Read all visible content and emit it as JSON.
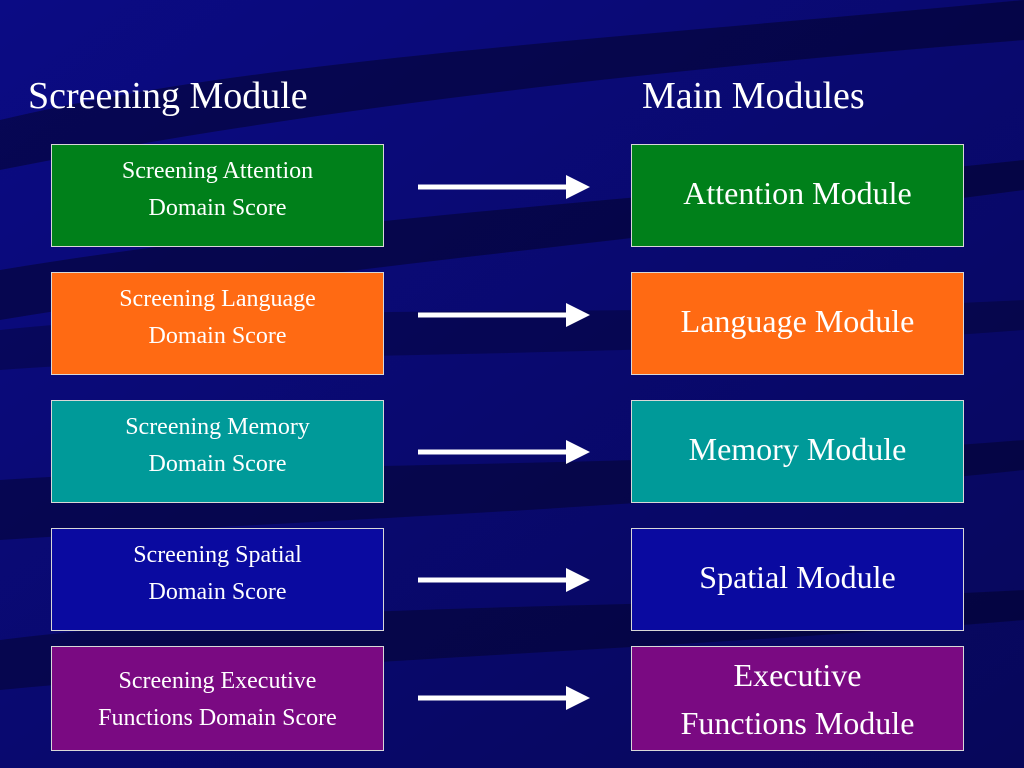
{
  "headings": {
    "left": "Screening Module",
    "right": "Main Modules"
  },
  "rows": [
    {
      "left_lines": [
        "Screening Attention",
        "Domain Score"
      ],
      "right_lines": [
        "Attention Module"
      ],
      "color": "#00801a"
    },
    {
      "left_lines": [
        "Screening Language",
        "Domain Score"
      ],
      "right_lines": [
        "Language Module"
      ],
      "color": "#ff6a13"
    },
    {
      "left_lines": [
        "Screening Memory",
        "Domain Score"
      ],
      "right_lines": [
        "Memory Module"
      ],
      "color": "#009a99"
    },
    {
      "left_lines": [
        "Screening Spatial",
        "Domain Score"
      ],
      "right_lines": [
        "Spatial Module"
      ],
      "color": "#0a0aa0"
    },
    {
      "left_lines": [
        "Screening Executive",
        "Functions Domain Score"
      ],
      "right_lines": [
        "Executive",
        "Functions Module"
      ],
      "color": "#7a0a82"
    }
  ],
  "colors": {
    "background": "#0a0a6e",
    "box_border": "#d8d8d8",
    "arrow": "#ffffff",
    "text": "#ffffff"
  }
}
